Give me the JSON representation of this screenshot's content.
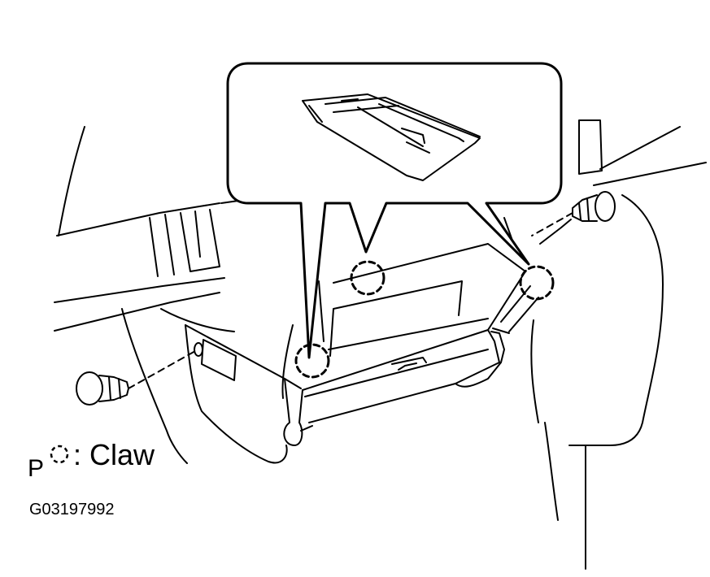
{
  "legend": {
    "mark": "P",
    "symbol_label": "Claw"
  },
  "figure_code": "G03197992",
  "icons": {
    "claw": "dashed-circle",
    "screw": "clip-screw"
  },
  "colors": {
    "line": "#000000",
    "background": "#ffffff"
  }
}
